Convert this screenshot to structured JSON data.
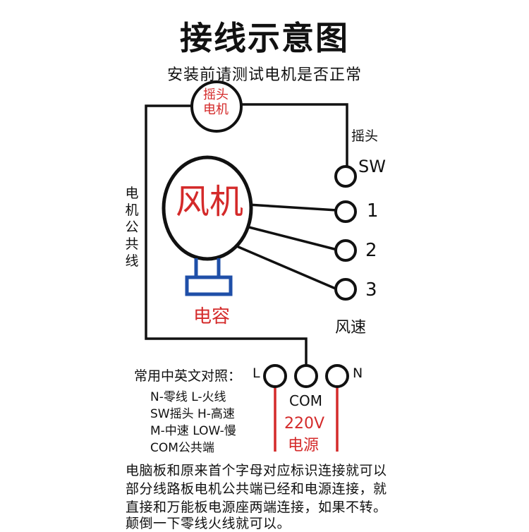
{
  "title": "接线示意图",
  "subtitle": "安装前请测试电机是否正常",
  "shake_motor": {
    "line1": "摇头",
    "line2": "电机"
  },
  "fan": {
    "label": "风机"
  },
  "capacitor": {
    "label": "电容"
  },
  "common_line": {
    "chars": [
      "电",
      "机",
      "公",
      "共",
      "线"
    ]
  },
  "terminals": {
    "shake_label": "摇头",
    "sw": "SW",
    "speed1": "1",
    "speed2": "2",
    "speed3": "3",
    "speed_label": "风速"
  },
  "power": {
    "L": "L",
    "N": "N",
    "COM": "COM",
    "voltage": "220V",
    "source": "电源"
  },
  "legend": {
    "title": "常用中英文对照：",
    "lines": [
      "N-零线   L-火线",
      "SW摇头   H-高速",
      "M-中速   LOW-慢",
      "COM公共端"
    ]
  },
  "notes": [
    "电脑板和原来首个字母对应标识连接就可以",
    "部分线路板电机公共端已经和电源连接，就",
    "直接和万能板电源座两端连接，如果不转。",
    "颠倒一下零线火线就可以。"
  ],
  "colors": {
    "red": "#d42a2a",
    "blue": "#1f4fa8",
    "black": "#111111"
  }
}
